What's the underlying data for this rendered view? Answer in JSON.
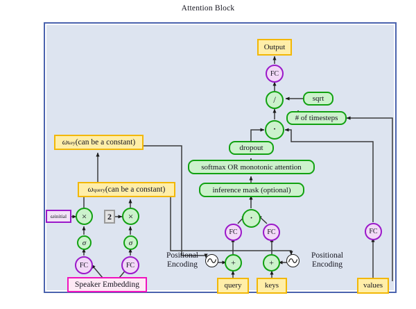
{
  "diagram": {
    "title": "Attention Block",
    "type": "neural-network-architecture",
    "colors": {
      "panel_background": "#dde4f0",
      "panel_border": "#4a63ae",
      "data_box_fill": "#ffeea8",
      "data_box_border": "#f2b705",
      "op_box_fill": "#ccf2cc",
      "op_box_border": "#11a111",
      "fc_fill": "#f2d9f7",
      "fc_border": "#9a18c9",
      "speaker_fill": "#fde9f5",
      "speaker_border": "#f012be",
      "constant_fill": "#e3e3e3",
      "constant_border": "#9a9a9a",
      "wire": "#3a3a3a"
    },
    "nodes": {
      "output": "Output",
      "fc_out": "FC",
      "divide": "/",
      "sqrt": "sqrt",
      "timesteps": "# of timesteps",
      "dot_top": "·",
      "dropout": "dropout",
      "softmax": "softmax OR monotonic attention",
      "inference_mask": "inference mask (optional)",
      "dot_mid": "·",
      "fc_query": "FC",
      "fc_keys": "FC",
      "fc_values": "FC",
      "plus_query": "+",
      "plus_keys": "+",
      "query": "query",
      "keys": "keys",
      "values": "values",
      "positional_encoding_left": "Positional\nEncoding",
      "positional_encoding_left_line1": "Positional",
      "positional_encoding_left_line2": "Encoding",
      "positional_encoding_right_line1": "Positional",
      "positional_encoding_right_line2": "Encoding",
      "omega_key_symbol": "ω",
      "omega_key_sub": "key",
      "omega_key_text": " (can be a constant)",
      "omega_query_symbol": "ω",
      "omega_query_sub": "query",
      "omega_query_text": " (can be a constant)",
      "omega_initial_symbol": "ω",
      "omega_initial_sub": "initial",
      "multiply_left": "×",
      "multiply_right": "×",
      "sigmoid_left": "σ",
      "sigmoid_right": "σ",
      "fc_spk_left": "FC",
      "fc_spk_right": "FC",
      "speaker_embedding": "Speaker Embedding",
      "constant_two": "2"
    }
  }
}
